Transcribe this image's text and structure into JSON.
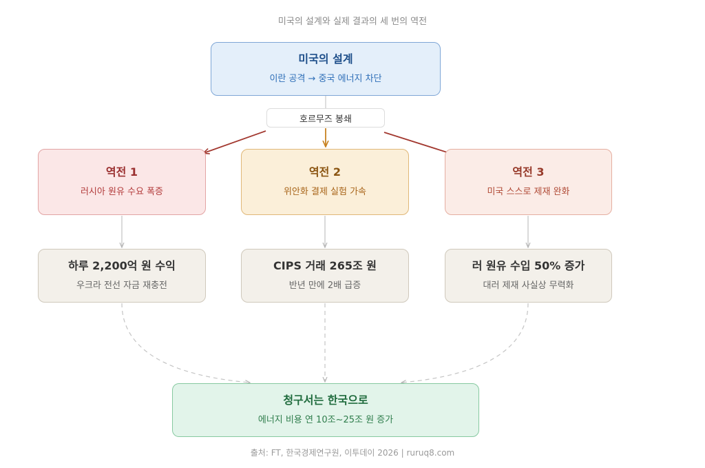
{
  "title": "미국의 설계와 실제 결과의 세 번의 역전",
  "design": {
    "title": "미국의 설계",
    "subtitle": "이란 공격 → 중국 에너지 차단"
  },
  "trigger": "호르무즈 봉쇄",
  "reversals": [
    {
      "title": "역전 1",
      "subtitle": "러시아 원유 수요 폭증"
    },
    {
      "title": "역전 2",
      "subtitle": "위안화 결제 실험 가속"
    },
    {
      "title": "역전 3",
      "subtitle": "미국 스스로 제재 완화"
    }
  ],
  "results": [
    {
      "title": "하루 2,200억 원 수익",
      "subtitle": "우크라 전선 자금 재충전"
    },
    {
      "title": "CIPS 거래 265조 원",
      "subtitle": "반년 만에 2배 급증"
    },
    {
      "title": "러 원유 수입 50% 증가",
      "subtitle": "대러 제재 사실상 무력화"
    }
  ],
  "outcome": {
    "title": "청구서는 한국으로",
    "subtitle": "에너지 비용 연 10조~25조 원 증가"
  },
  "source": "출처: FT, 한국경제연구원, 이투데이 2026 | ruruq8.com",
  "colors": {
    "design_accent": "#2f6fb8",
    "reversal_1": "#b23a3a",
    "reversal_2": "#a8651a",
    "reversal_3": "#b04a36",
    "outcome_accent": "#2f7d4c"
  }
}
